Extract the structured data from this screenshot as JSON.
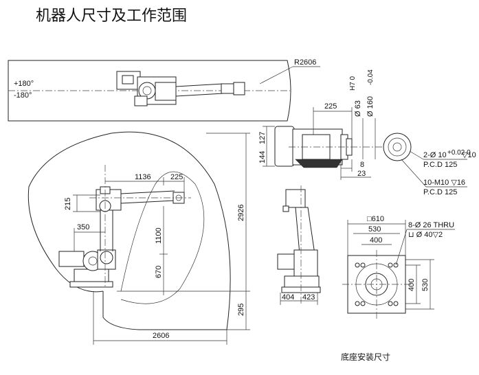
{
  "title": "机器人尺寸及工作范围",
  "top_view": {
    "radius": "R2606",
    "angle_pos": "+180°",
    "angle_neg": "-180°"
  },
  "side_view": {
    "reach_horizontal": "1136",
    "wrist_offset": "225",
    "wrist_height": "215",
    "shoulder_offset": "350",
    "upper_arm": "1100",
    "base_to_shoulder": "670",
    "total_height": "2926",
    "base_height": "295",
    "total_reach": "2606"
  },
  "flange": {
    "length": "225",
    "d1": "Ø 63",
    "d1_tol": "H7 0",
    "d2": "Ø 160",
    "d2_tol": "-0.04",
    "h1": "127",
    "h2": "144",
    "w1": "8",
    "w2": "23",
    "pin_spec": "2-Ø 10",
    "pin_tol": "+0.02 0",
    "pin_depth": "▽10",
    "pin_pcd": "P.C.D 125",
    "thread_spec": "10-M10 ▽16",
    "thread_pcd": "P.C.D 125"
  },
  "front_view": {
    "width_left": "404",
    "width_right": "423"
  },
  "base": {
    "outer": "□610",
    "pitch_outer": "530",
    "pitch_inner": "400",
    "hole_spec": "8-Ø 26 THRU",
    "counterbore": "⊔ Ø 40▽2",
    "side_inner": "400",
    "side_outer": "530",
    "caption": "底座安装尺寸"
  }
}
